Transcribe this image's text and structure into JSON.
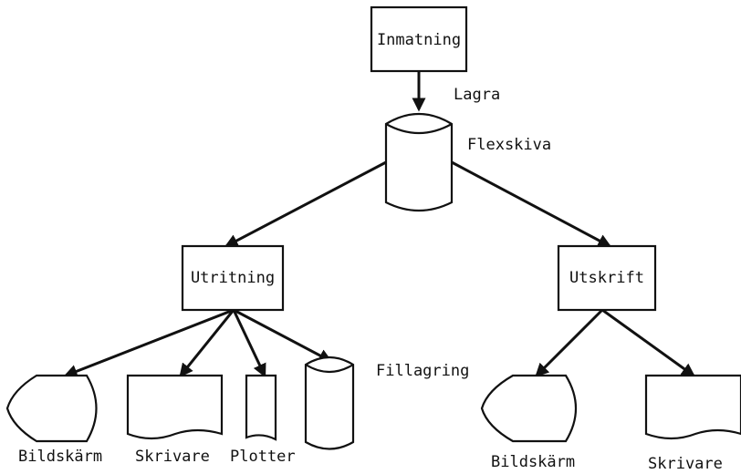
{
  "diagram": {
    "nodes": {
      "input": "Inmatning",
      "flexdisk": "Flexskiva",
      "plotting": "Utritning",
      "printout": "Utskrift",
      "display_left": "Bildskärm",
      "printer_left": "Skrivare",
      "plotter": "Plotter",
      "file_storage": "Fillagring",
      "display_right": "Bildskärm",
      "printer_right": "Skrivare"
    },
    "edge_labels": {
      "store": "Lagra"
    },
    "edges": [
      {
        "from": "input",
        "to": "flexdisk",
        "label": "Lagra"
      },
      {
        "from": "flexdisk",
        "to": "plotting"
      },
      {
        "from": "flexdisk",
        "to": "printout"
      },
      {
        "from": "plotting",
        "to": "display_left"
      },
      {
        "from": "plotting",
        "to": "printer_left"
      },
      {
        "from": "plotting",
        "to": "plotter"
      },
      {
        "from": "plotting",
        "to": "file_storage"
      },
      {
        "from": "printout",
        "to": "display_right"
      },
      {
        "from": "printout",
        "to": "printer_right"
      }
    ]
  }
}
